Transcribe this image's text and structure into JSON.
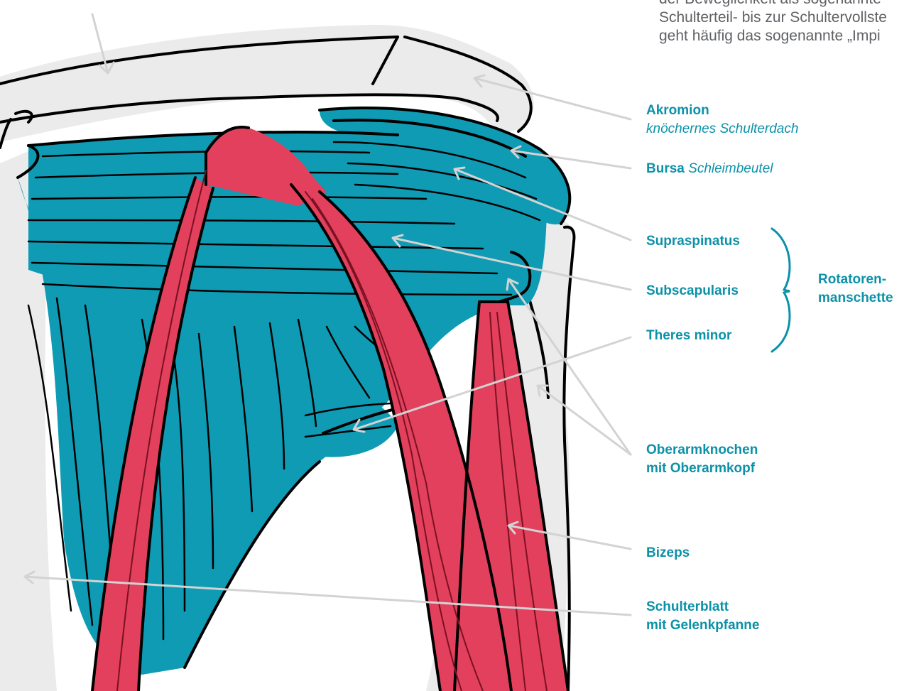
{
  "paragraph": {
    "line1": "der Beweglichkeit als sogenannte",
    "line2": "Schulterteil- bis zur Schultervollste",
    "line3": "geht häufig das sogenannte „Impi"
  },
  "labels": {
    "akromion": {
      "title": "Akromion",
      "subtitle": "knöchernes Schulterdach"
    },
    "bursa": {
      "title": "Bursa",
      "subtitle": "Schleimbeutel"
    },
    "supraspinatus": "Supraspinatus",
    "subscapularis": "Subscapularis",
    "theres_minor": "Theres minor",
    "rotatorenmanschette": {
      "line1": "Rotatoren-",
      "line2": "manschette"
    },
    "oberarmknochen": {
      "line1": "Oberarmknochen",
      "line2": "mit Oberarmkopf"
    },
    "bizeps": "Bizeps",
    "schulterblatt": {
      "line1": "Schulterblatt",
      "line2": "mit Gelenkpfanne"
    }
  },
  "colors": {
    "muscle_teal": "#0e9bb3",
    "muscle_red": "#e2405c",
    "bone_gray": "#ebebeb",
    "label_teal": "#0b91a8",
    "pointer_gray": "#d3d3d3"
  }
}
